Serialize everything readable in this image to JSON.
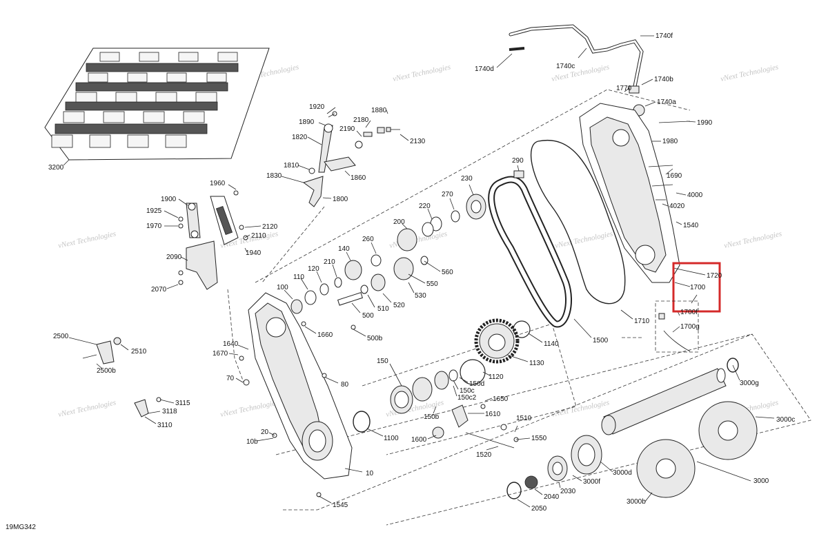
{
  "diagram_id": "19MG342",
  "highlight_color": "#d42a2a",
  "watermark_text": "vNext Technologies",
  "callouts": {
    "c3200": "3200",
    "c1920": "1920",
    "c1890": "1890",
    "c1820": "1820",
    "c1810": "1810",
    "c1830": "1830",
    "c1800": "1800",
    "c1860": "1860",
    "c2180": "2180",
    "c2190": "2190",
    "c1880": "1880",
    "c2130": "2130",
    "c1960": "1960",
    "c1900": "1900",
    "c1925": "1925",
    "c1970": "1970",
    "c2120": "2120",
    "c2110": "2110",
    "c1940": "1940",
    "c2090": "2090",
    "c2070": "2070",
    "c1740d": "1740d",
    "c1740c": "1740c",
    "c1740f": "1740f",
    "c1740b": "1740b",
    "c1740a": "1740a",
    "c1770": "1770",
    "c1990": "1990",
    "c1980": "1980",
    "c1690": "1690",
    "c4000": "4000",
    "c4020": "4020",
    "c1540": "1540",
    "c1720": "1720",
    "c1700": "1700",
    "c1700f": "1700f",
    "c1700g": "1700g",
    "c1710": "1710",
    "c1500": "1500",
    "c290": "290",
    "c230": "230",
    "c270": "270",
    "c220": "220",
    "c200": "200",
    "c260": "260",
    "c140": "140",
    "c210": "210",
    "c120": "120",
    "c110": "110",
    "c100": "100",
    "c560": "560",
    "c550": "550",
    "c530": "530",
    "c520": "520",
    "c510": "510",
    "c500": "500",
    "c500b": "500b",
    "c1660": "1660",
    "c1640": "1640",
    "c1670": "1670",
    "c70": "70",
    "c80": "80",
    "c20": "20",
    "c10b": "10b",
    "c10": "10",
    "c1545": "1545",
    "c2500": "2500",
    "c2510": "2510",
    "c2500b": "2500b",
    "c3115": "3115",
    "c3118": "3118",
    "c3110": "3110",
    "c150": "150",
    "c150d": "150d",
    "c150c": "150c",
    "c150c2": "150c2",
    "c150b": "150b",
    "c1120": "1120",
    "c1130": "1130",
    "c1140": "1140",
    "c1100": "1100",
    "c1650": "1650",
    "c1610": "1610",
    "c1600": "1600",
    "c1510": "1510",
    "c1550": "1550",
    "c1520": "1520",
    "c3000g": "3000g",
    "c3000c": "3000c",
    "c3000d": "3000d",
    "c3000f": "3000f",
    "c3000": "3000",
    "c3000b": "3000b",
    "c2030": "2030",
    "c2040": "2040",
    "c2050": "2050"
  }
}
